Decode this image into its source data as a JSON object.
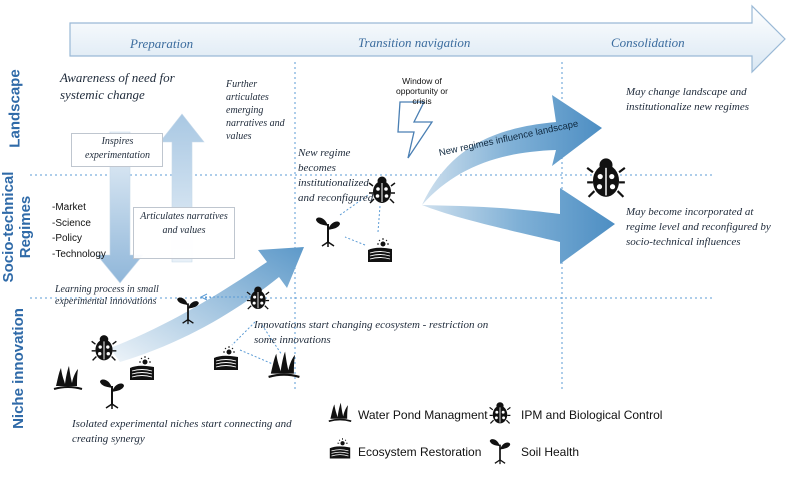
{
  "phases": [
    "Preparation",
    "Transition navigation",
    "Consolidation"
  ],
  "levels": {
    "landscape": "Landscape",
    "regimes": "Socio-technical Regimes",
    "niche": "Niche innovation"
  },
  "regime_items": [
    "-Market",
    "-Science",
    "-Policy",
    "-Technology"
  ],
  "notes": {
    "awareness": "Awareness of need for systemic change",
    "inspires": "Inspires experimentation",
    "further": "Further articulates emerging narratives and values",
    "articulates": "Articulates narratives and values",
    "learning": "Learning process in small experimental innovations",
    "new_regime": "New regime becomes institutionalized and reconfigured",
    "window": "Window of opportunity or crisis",
    "influence": "New regimes influence landscape",
    "may_change": "May change landscape and institutionalize new regimes",
    "may_become": "May become incorporated at regime level and reconfigured by socio-technical influences",
    "innovations": "Innovations start changing ecosystem - restriction on some innovations",
    "isolated": "Isolated experimental niches start connecting and creating synergy"
  },
  "legend": [
    {
      "icon": "water-pond-icon",
      "label": "Water Pond Managment"
    },
    {
      "icon": "ladybug-icon",
      "label": "IPM and Biological Control"
    },
    {
      "icon": "ecosystem-restoration-icon",
      "label": "Ecosystem Restoration"
    },
    {
      "icon": "plant-sprout-icon",
      "label": "Soil Health"
    }
  ],
  "colors": {
    "arrow_fill": "#6fa3cc",
    "arrow_light": "#dbe8f3",
    "level_text": "#2f6aa8",
    "dotted_line": "#5b9bd5"
  }
}
